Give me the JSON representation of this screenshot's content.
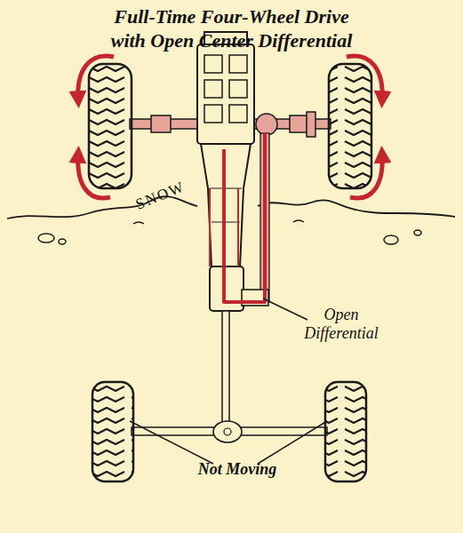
{
  "diagram": {
    "title": "Full-Time Four-Wheel Drive with Open Center Differential",
    "labels": [
      "SNOW",
      "Open Differential",
      "Not Moving"
    ]
  }
}
